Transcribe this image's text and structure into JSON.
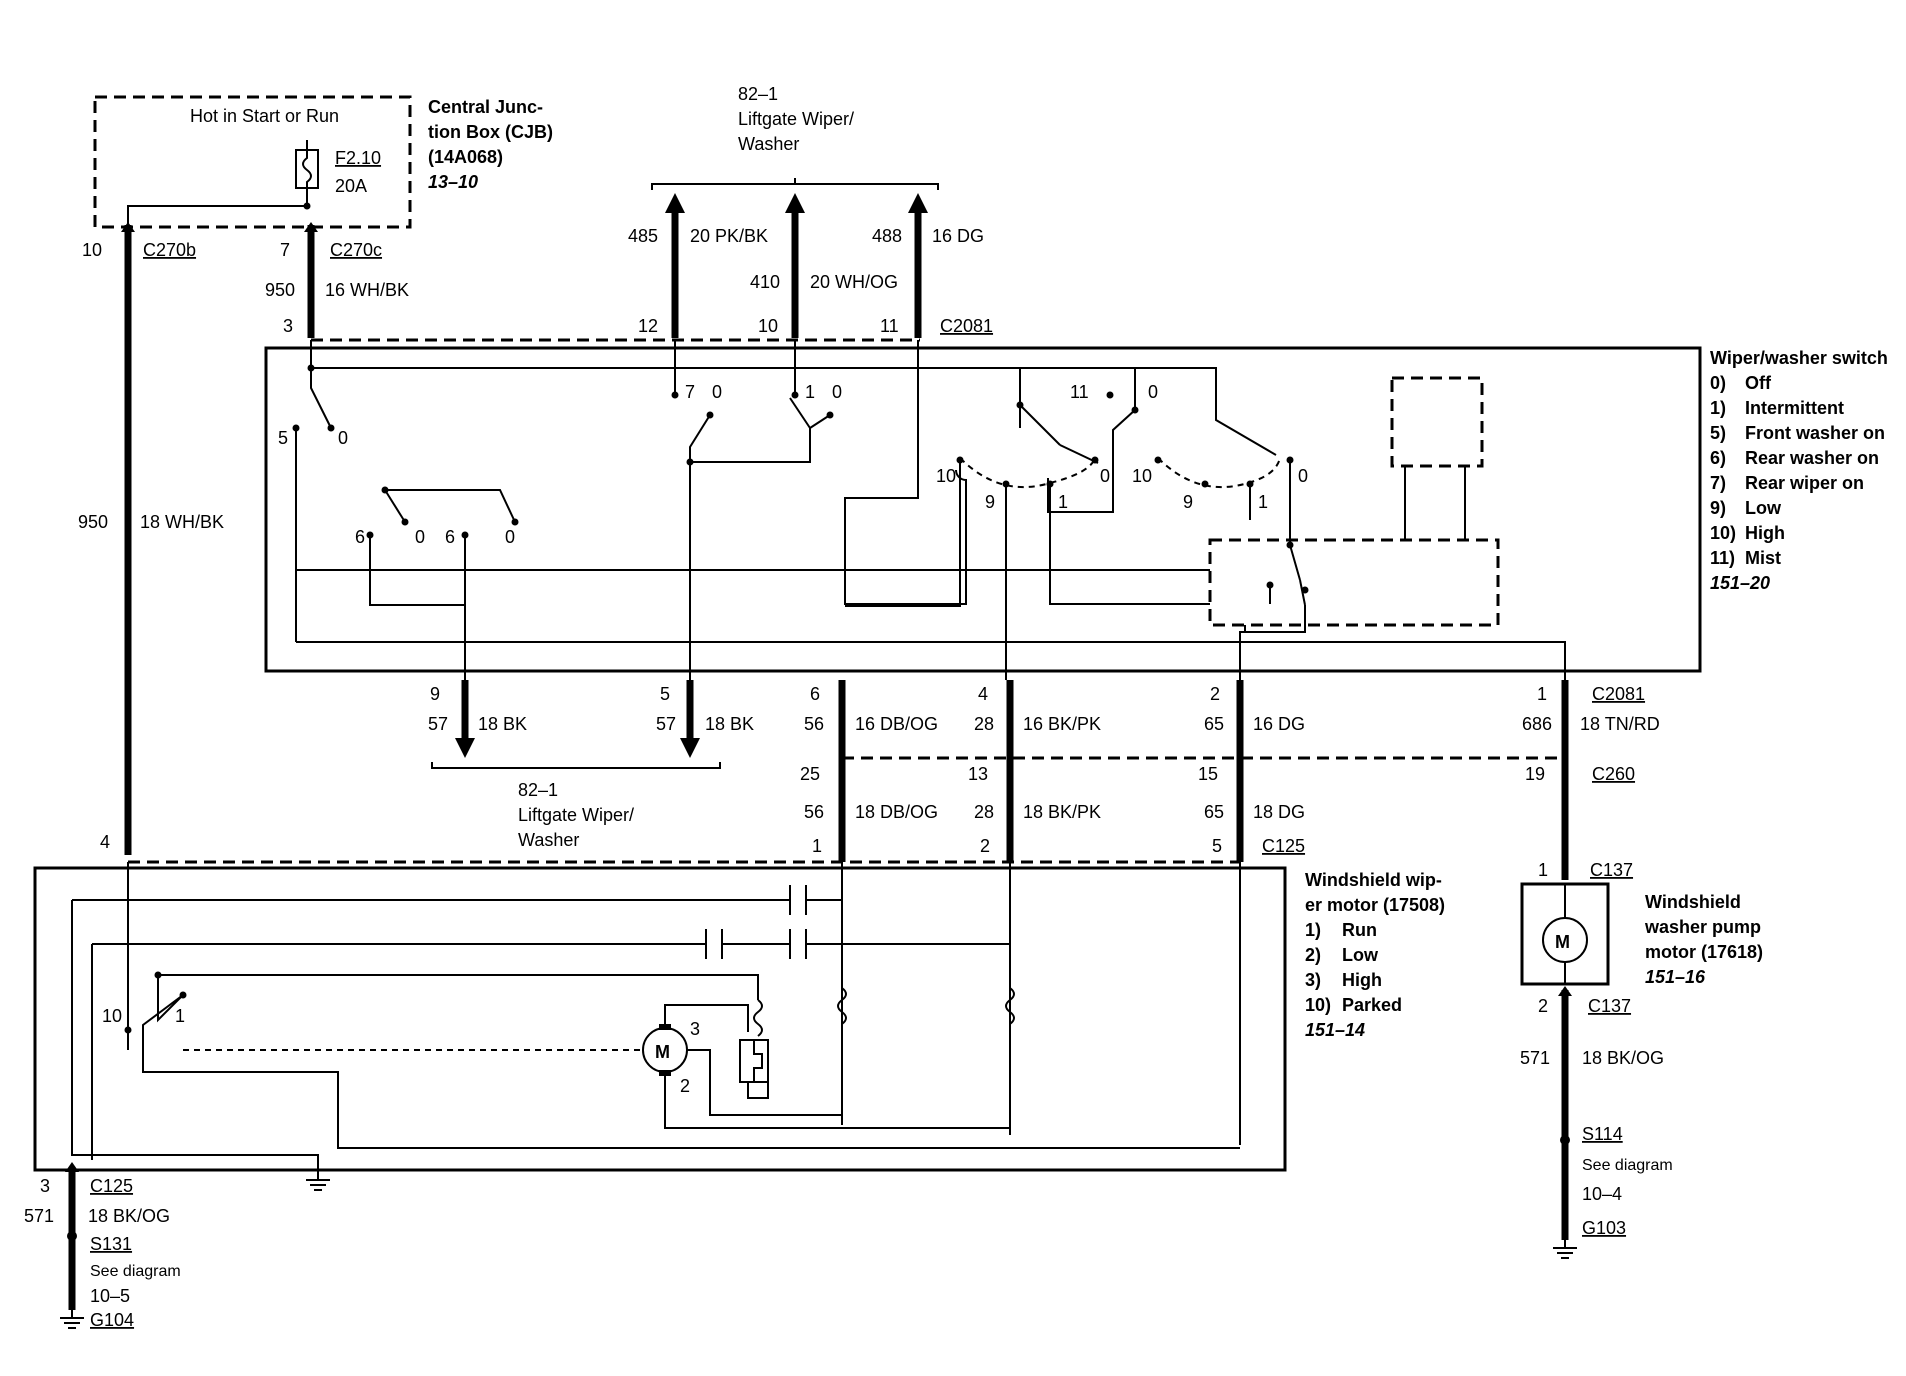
{
  "cjb": {
    "hot_label": "Hot in Start or Run",
    "title_l1": "Central Junc-",
    "title_l2": "tion Box (CJB)",
    "title_l3": "(14A068)",
    "ref": "13–10",
    "fuse_id": "F2.10",
    "fuse_amp": "20A"
  },
  "liftgate_top": {
    "l1": "82–1",
    "l2": "Liftgate Wiper/",
    "l3": "Washer"
  },
  "liftgate_bottom": {
    "l1": "82–1",
    "l2": "Liftgate Wiper/",
    "l3": "Washer"
  },
  "circuits": {
    "c485": "485",
    "c485_wire": "20 PK/BK",
    "c410": "410",
    "c410_wire": "20 WH/OG",
    "c488": "488",
    "c488_wire": "16 DG",
    "c950": "950",
    "c950_wire": "16 WH/BK",
    "c950b": "950",
    "c950b_wire": "18 WH/BK",
    "c57a": "57",
    "c57a_wire": "18 BK",
    "c57b": "57",
    "c57b_wire": "18 BK",
    "c56": "56",
    "c56_wire": "16 DB/OG",
    "c28": "28",
    "c28_wire": "16 BK/PK",
    "c65": "65",
    "c65_wire": "16 DG",
    "c686": "686",
    "c686_wire": "18 TN/RD",
    "c56b": "56",
    "c56b_wire": "18 DB/OG",
    "c28b": "28",
    "c28b_wire": "18 BK/PK",
    "c65b": "65",
    "c65b_wire": "18 DG",
    "c571a": "571",
    "c571a_wire": "18 BK/OG",
    "c571b": "571",
    "c571b_wire": "18 BK/OG"
  },
  "connectors": {
    "c270b": "C270b",
    "c270c": "C270c",
    "c2081_top": "C2081",
    "c2081_bot": "C2081",
    "c260": "C260",
    "c125_top": "C125",
    "c125_bot": "C125",
    "c137_top": "C137",
    "c137_bot": "C137"
  },
  "pins": {
    "p10": "10",
    "p7": "7",
    "p3": "3",
    "p12": "12",
    "p10b": "10",
    "p11": "11",
    "p9": "9",
    "p5": "5",
    "p6": "6",
    "p4": "4",
    "p2": "2",
    "p1": "1",
    "p25": "25",
    "p13": "13",
    "p15": "15",
    "p19": "19",
    "p1b": "1",
    "p2b": "2",
    "p5b": "5",
    "p4b": "4",
    "p1c": "1",
    "p2c": "2",
    "p3b": "3"
  },
  "switch_contacts": {
    "s5": "5",
    "s0a": "0",
    "s7": "7",
    "s0b": "0",
    "s1a": "1",
    "s0c": "0",
    "s11": "11",
    "s0d": "0",
    "s6a": "6",
    "s0e": "0",
    "s6b": "6",
    "s0f": "0",
    "s10a": "10",
    "s9a": "9",
    "s1b": "1",
    "s0g": "0",
    "s10b": "10",
    "s9b": "9",
    "s1c": "1",
    "s0h": "0"
  },
  "wiper_switch": {
    "title": "Wiper/washer switch",
    "modes": [
      {
        "num": "0)",
        "label": "Off"
      },
      {
        "num": "1)",
        "label": "Intermittent"
      },
      {
        "num": "5)",
        "label": "Front washer on"
      },
      {
        "num": "6)",
        "label": "Rear washer on"
      },
      {
        "num": "7)",
        "label": "Rear wiper on"
      },
      {
        "num": "9)",
        "label": "Low"
      },
      {
        "num": "10)",
        "label": "High"
      },
      {
        "num": "11)",
        "label": "Mist"
      }
    ],
    "ref": "151–20"
  },
  "wiper_motor": {
    "title_l1": "Windshield wip-",
    "title_l2": "er motor (17508)",
    "modes": [
      {
        "num": "1)",
        "label": "Run"
      },
      {
        "num": "2)",
        "label": "Low"
      },
      {
        "num": "3)",
        "label": "High"
      },
      {
        "num": "10)",
        "label": "Parked"
      }
    ],
    "ref": "151–14",
    "contact_10": "10",
    "contact_1": "1",
    "brush_3": "3",
    "brush_2": "2"
  },
  "pump_motor": {
    "title_l1": "Windshield",
    "title_l2": "washer pump",
    "title_l3": "motor (17618)",
    "ref": "151–16",
    "motor_symbol": "M"
  },
  "wiper_motor_symbol": "M",
  "ground_left": {
    "splice": "S131",
    "see": "See diagram",
    "ref": "10–5",
    "ground": "G104"
  },
  "ground_right": {
    "splice": "S114",
    "see": "See diagram",
    "ref": "10–4",
    "ground": "G103"
  }
}
